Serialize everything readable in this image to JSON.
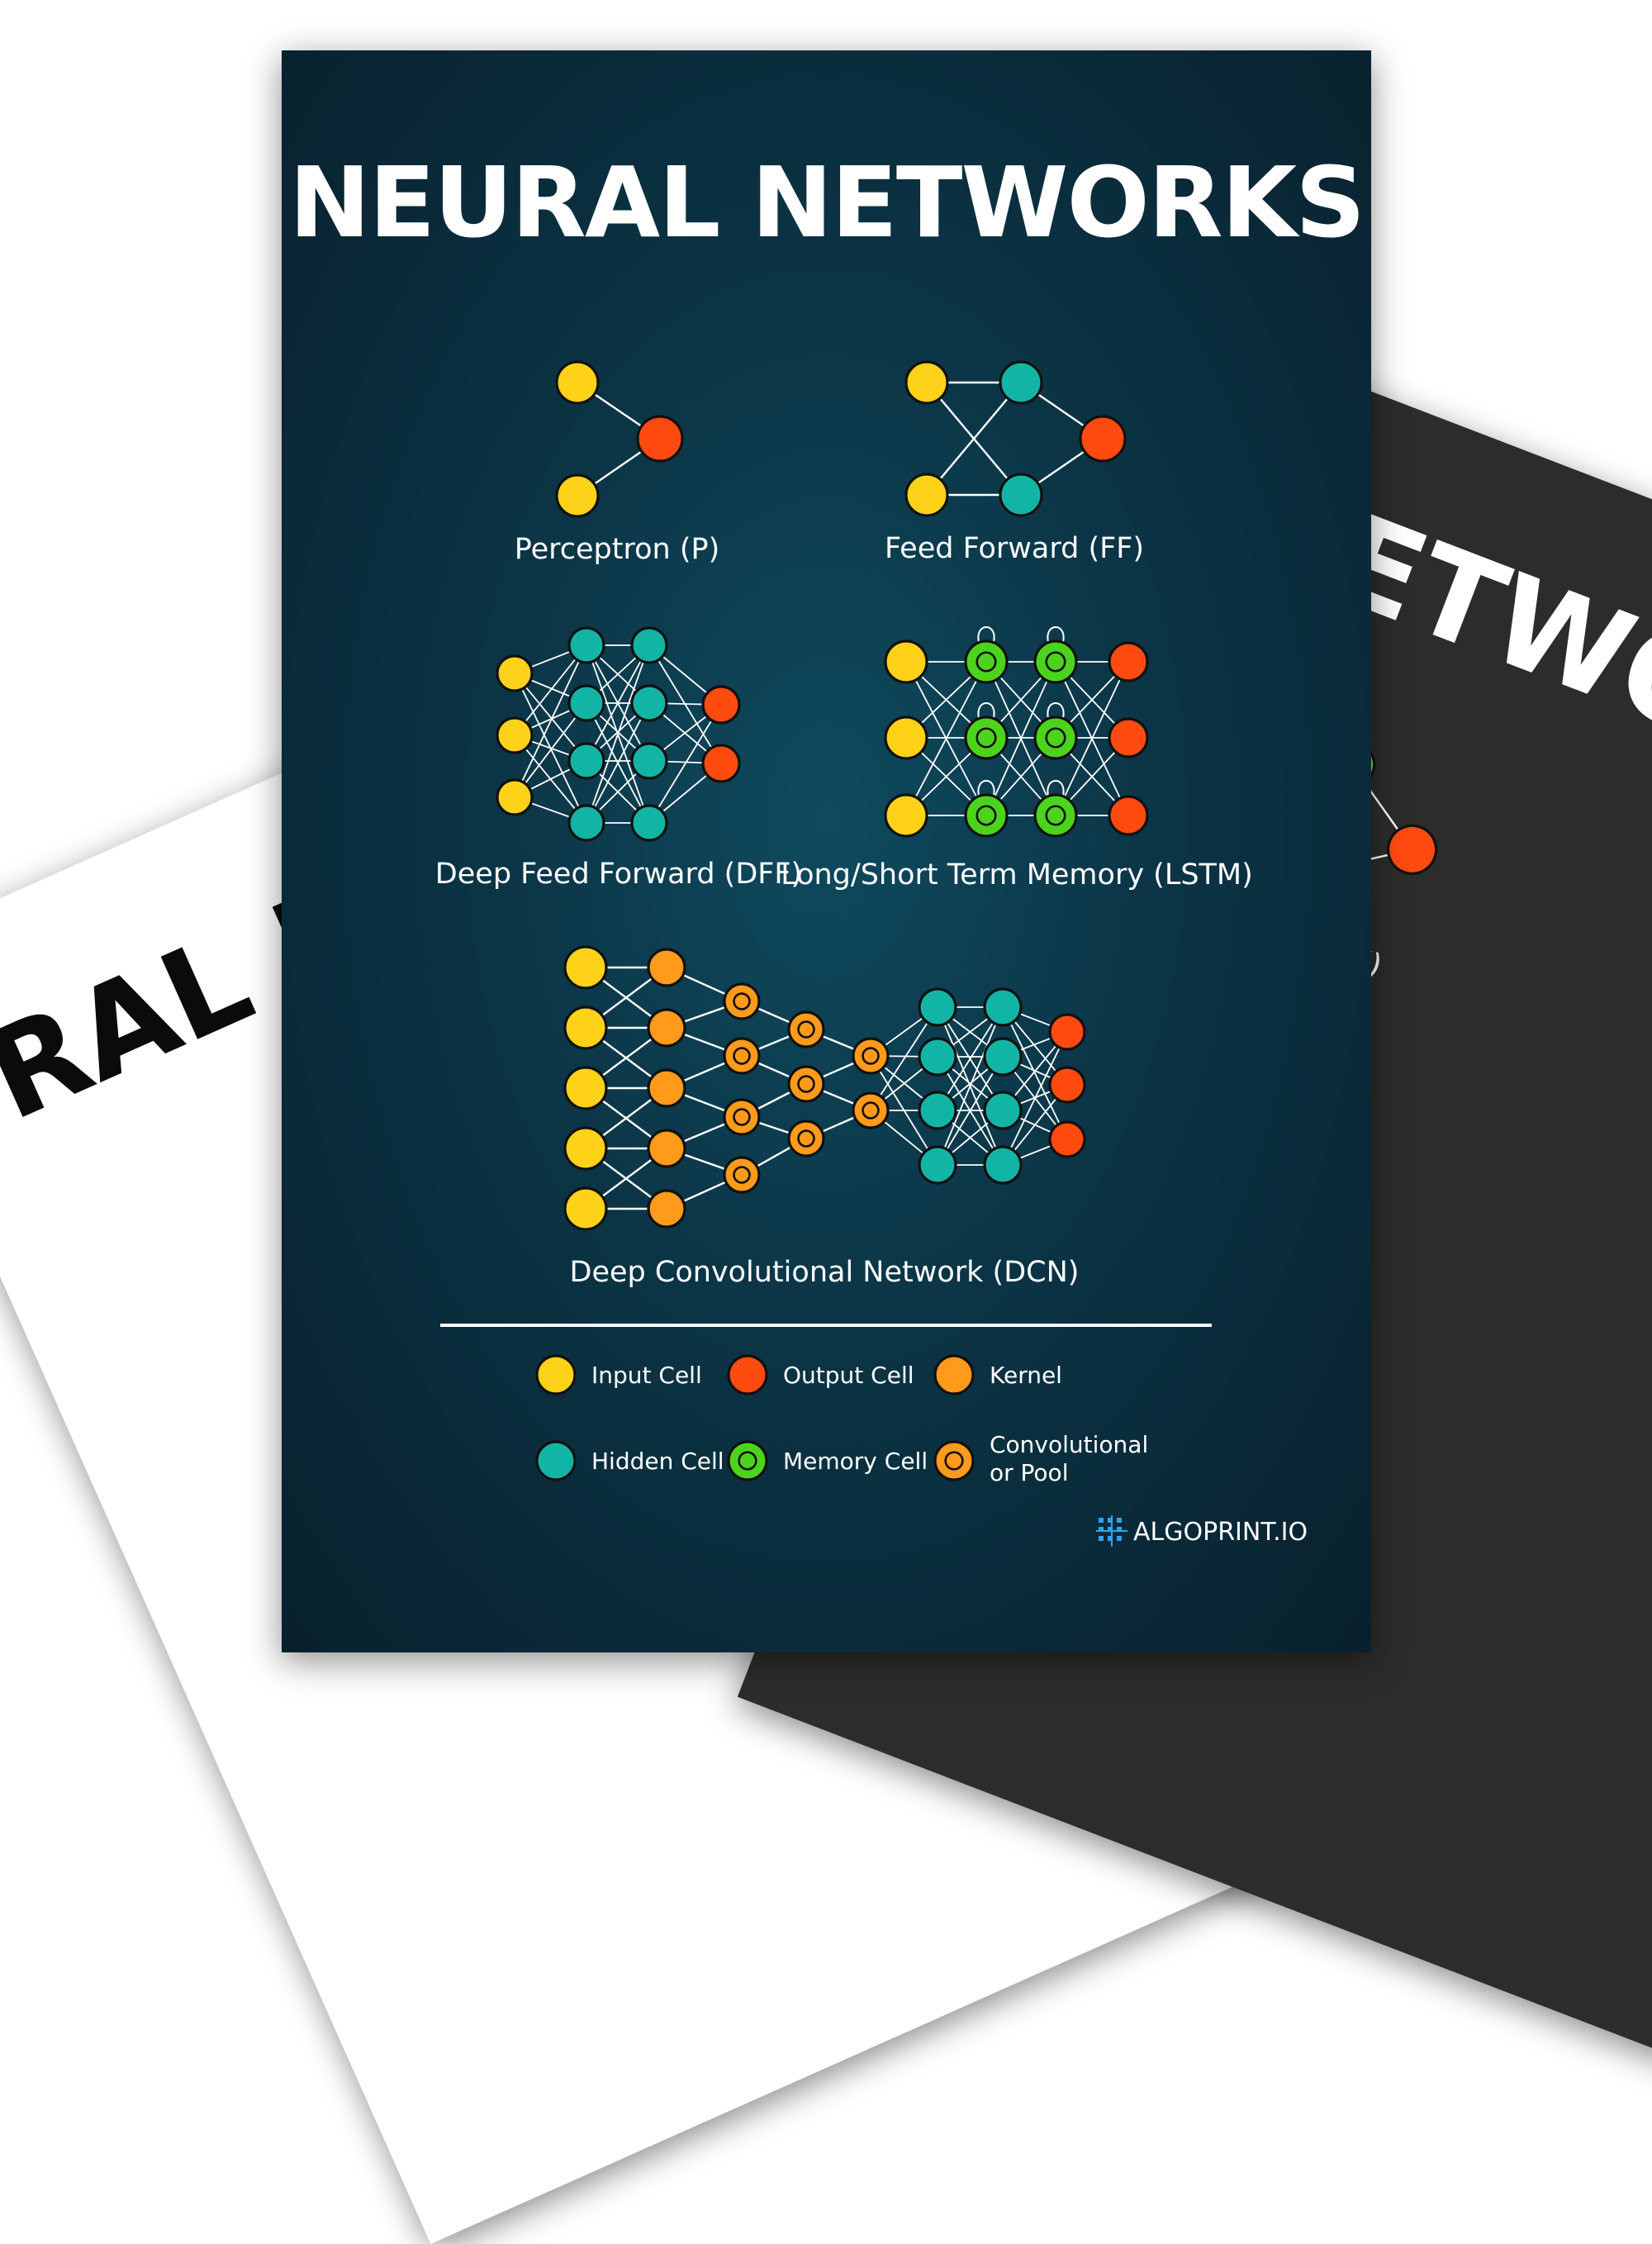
{
  "left_poster": {
    "title_fragment": "RAL NET",
    "labels": [
      "Perceptron (P)",
      "Deep Feed"
    ]
  },
  "right_poster": {
    "title_fragment": "NETWO",
    "labels": [
      "Feed Forward (FF)",
      "mory (LSTM)"
    ]
  },
  "main_poster": {
    "title": "NEURAL NETWORKS",
    "networks": [
      {
        "id": "p",
        "label": "Perceptron (P)"
      },
      {
        "id": "ff",
        "label": "Feed Forward (FF)"
      },
      {
        "id": "dff",
        "label": "Deep Feed Forward (DFF)"
      },
      {
        "id": "lstm",
        "label": "Long/Short Term Memory (LSTM)"
      },
      {
        "id": "dcn",
        "label": "Deep Convolutional Network (DCN)"
      }
    ],
    "legend": [
      {
        "type": "input",
        "label": "Input Cell"
      },
      {
        "type": "output",
        "label": "Output Cell"
      },
      {
        "type": "kernel",
        "label": "Kernel"
      },
      {
        "type": "hidden",
        "label": "Hidden Cell"
      },
      {
        "type": "memory",
        "label": "Memory Cell"
      },
      {
        "type": "conv",
        "label": "Convolutional or Pool"
      }
    ],
    "brand": "ALGOPRINT.IO"
  },
  "colors": {
    "input": "#ffd21a",
    "output": "#ff4a10",
    "kernel": "#ff9a1a",
    "hidden": "#12b5a5",
    "memory": "#4cd41c",
    "conv": "#ff9a1a",
    "ff_hidden_right": "#6ee619",
    "lstm_memory_right": "#1eaaf0",
    "dff_hidden_left": "#1eaaf0",
    "brand_accent": "#2ea3f2"
  }
}
